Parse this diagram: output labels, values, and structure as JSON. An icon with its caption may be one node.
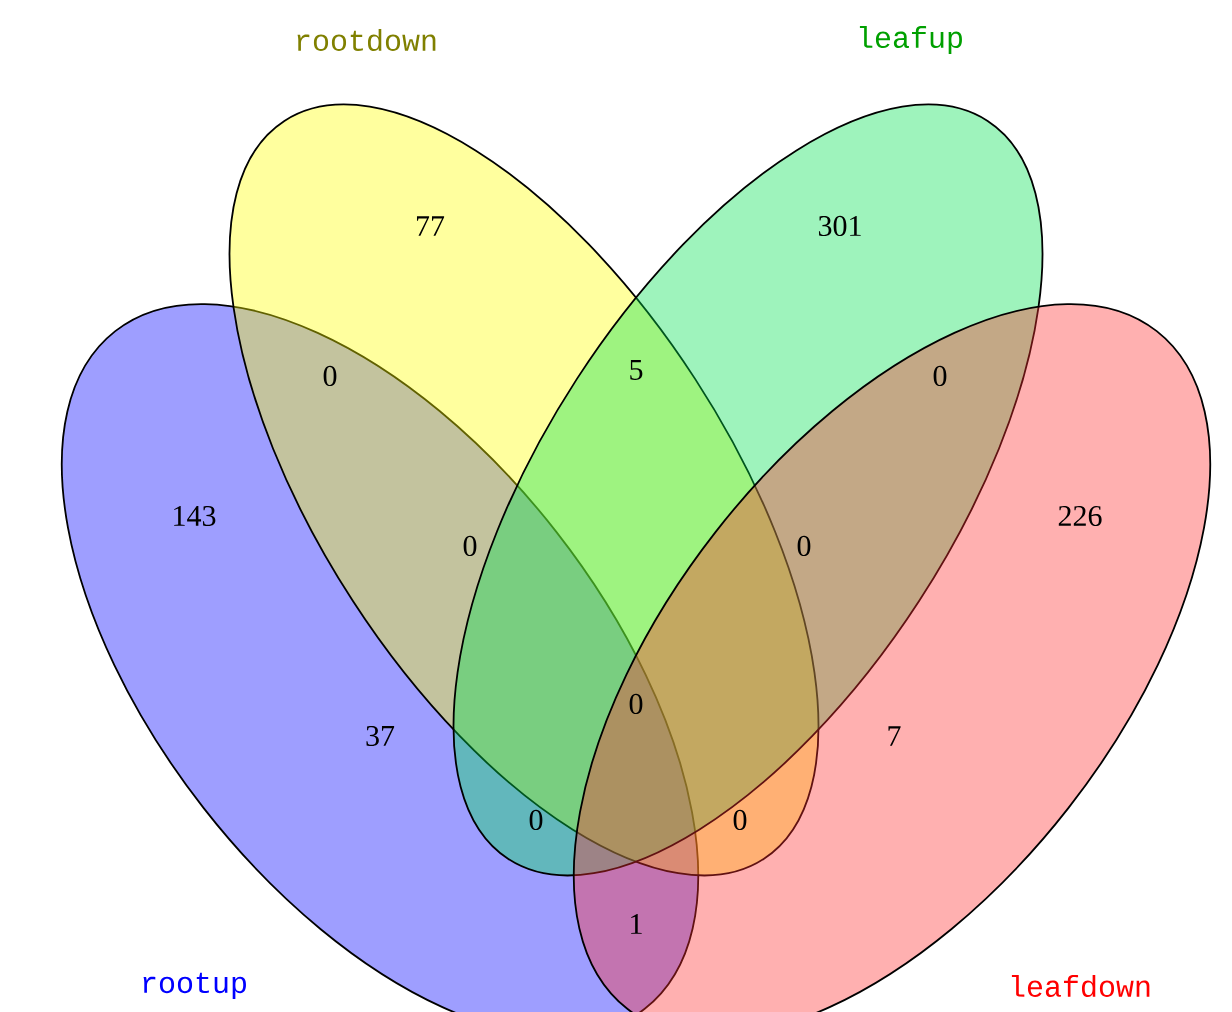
{
  "diagram": {
    "nodes": [
      {
        "text": [
          "rootup"
        ]
      },
      {
        "text": [
          "rootdown"
        ]
      },
      {
        "text": [
          "leafup"
        ]
      },
      {
        "text": [
          "leafdown"
        ]
      }
    ],
    "labels": [
      "77",
      "301",
      "0",
      "5",
      "0",
      "143",
      "0",
      "0",
      "226",
      "37",
      "0",
      "7",
      "0",
      "0",
      "1"
    ]
  }
}
